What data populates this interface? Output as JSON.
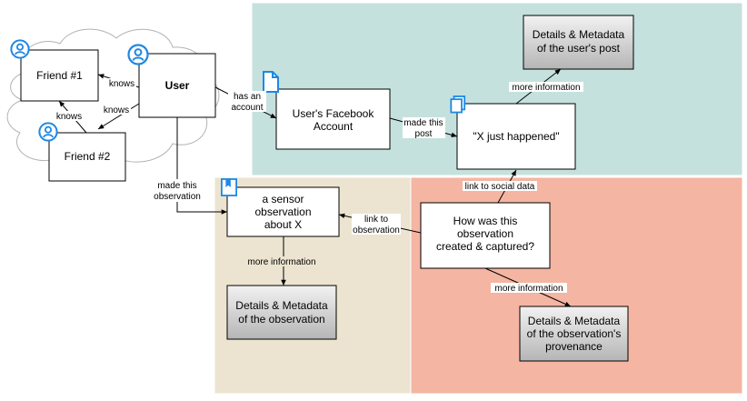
{
  "colors": {
    "teal_region": "#c5e1de",
    "tan_region": "#ece4d0",
    "salmon_region": "#f4b5a2",
    "icon_blue": "#1e88e5",
    "grey_box_top": "#f2f2f2",
    "grey_box_bottom": "#b5b5b5",
    "line": "#000000"
  },
  "nodes": {
    "user": "User",
    "friend1": "Friend #1",
    "friend2": "Friend #2",
    "fb_account": [
      "User's Facebook",
      "Account"
    ],
    "post": "\"X just happened\"",
    "post_details": [
      "Details & Metadata",
      "of the user's post"
    ],
    "sensor_obs": [
      "a sensor",
      "observation",
      "about X"
    ],
    "obs_details": [
      "Details & Metadata",
      "of the observation"
    ],
    "provenance_q": [
      "How was this",
      "observation",
      "created & captured?"
    ],
    "prov_details": [
      "Details & Metadata",
      "of the observation's",
      "provenance"
    ]
  },
  "edges": {
    "knows_1": "knows",
    "knows_2": "knows",
    "knows_3": "knows",
    "has_account": [
      "has an",
      "account"
    ],
    "made_post": [
      "made this",
      "post"
    ],
    "more_info_post": "more information",
    "made_obs": [
      "made this",
      "observation"
    ],
    "more_info_obs": "more information",
    "link_obs": [
      "link to",
      "observation"
    ],
    "link_social": "link to social data",
    "more_info_prov": "more information"
  },
  "icons": {
    "user": "user-icon",
    "friend1": "user-icon",
    "friend2": "user-icon",
    "fb_account": "document-icon",
    "post": "documents-icon",
    "sensor_obs": "bookmark-icon"
  }
}
